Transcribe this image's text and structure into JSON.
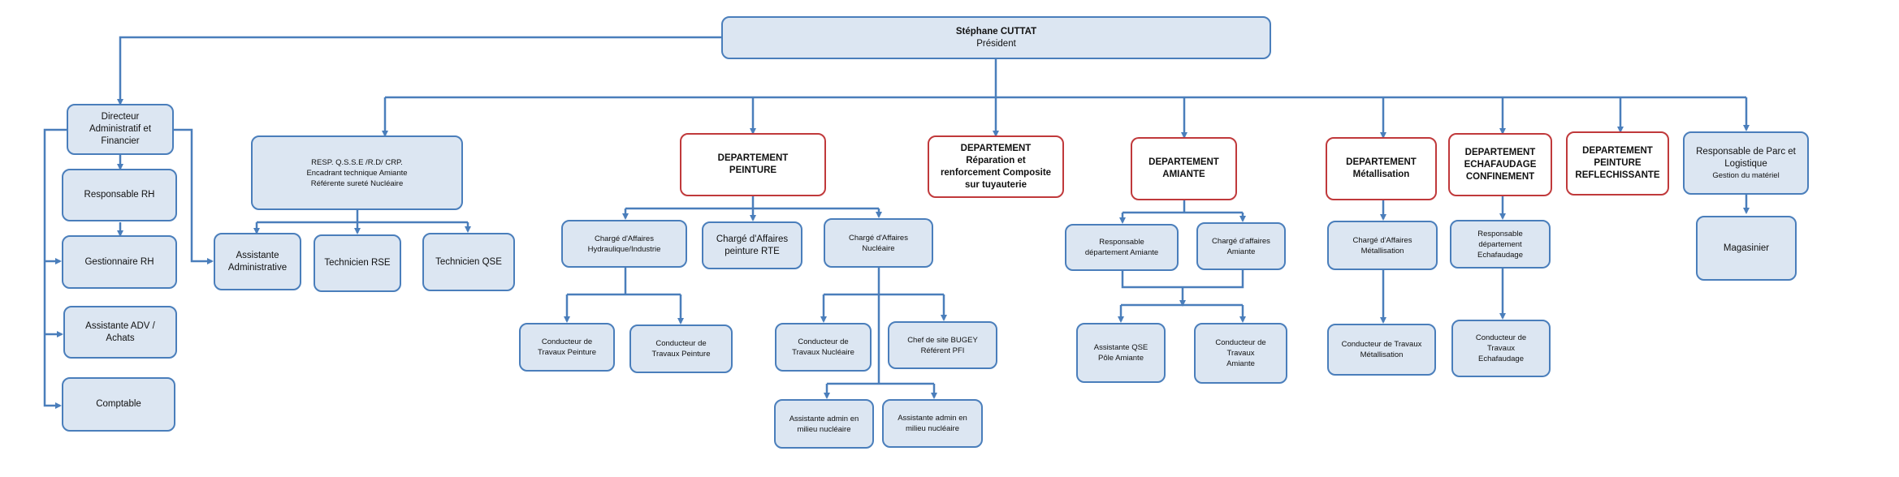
{
  "president": {
    "name": "Stéphane CUTTAT",
    "role": "Président"
  },
  "admin": {
    "director": [
      "Directeur",
      "Administratif et",
      "Financier"
    ],
    "resp_rh": "Responsable RH",
    "gestionnaire_rh": "Gestionnaire RH",
    "assistante_adv": [
      "Assistante ADV /",
      "Achats"
    ],
    "comptable": "Comptable",
    "assistante_admin": [
      "Assistante",
      "Administrative"
    ]
  },
  "qsse": {
    "head": [
      "RESP. Q.S.S.E /R.D/ CRP.",
      "Encadrant technique Amiante",
      "Référente sureté Nucléaire"
    ],
    "tech_rse": "Technicien RSE",
    "tech_qse": "Technicien QSE"
  },
  "peinture": {
    "head": [
      "DEPARTEMENT",
      "PEINTURE"
    ],
    "charge_hydro": [
      "Chargé d'Affaires",
      "Hydraulique/Industrie"
    ],
    "charge_rte": [
      "Chargé d'Affaires",
      "peinture RTE"
    ],
    "charge_nucl": [
      "Chargé d'Affaires",
      "Nucléaire"
    ],
    "cond1": [
      "Conducteur de",
      "Travaux Peinture"
    ],
    "cond2": [
      "Conducteur de",
      "Travaux Peinture"
    ],
    "cond_nucl": [
      "Conducteur de",
      "Travaux Nucléaire"
    ],
    "chef_bugey": [
      "Chef de site BUGEY",
      "Référent PFI"
    ],
    "asst_nucl1": [
      "Assistante admin en",
      "milieu nucléaire"
    ],
    "asst_nucl2": [
      "Assistante admin en",
      "milieu nucléaire"
    ]
  },
  "reparation": {
    "head": [
      "DEPARTEMENT",
      "Réparation et",
      "renforcement Composite",
      "sur tuyauterie"
    ]
  },
  "amiante": {
    "head": [
      "DEPARTEMENT",
      "AMIANTE"
    ],
    "resp": [
      "Responsable",
      "département Amiante"
    ],
    "charge": [
      "Chargé d'affaires",
      "Amiante"
    ],
    "asst_qse": [
      "Assistante QSE",
      "Pôle Amiante"
    ],
    "cond": [
      "Conducteur de",
      "Travaux",
      "Amiante"
    ]
  },
  "metallisation": {
    "head": [
      "DEPARTEMENT",
      "Métallisation"
    ],
    "charge": [
      "Chargé d'Affaires",
      "Métallisation"
    ],
    "cond": [
      "Conducteur de Travaux",
      "Métallisation"
    ]
  },
  "echafaudage": {
    "head": [
      "DEPARTEMENT",
      "ECHAFAUDAGE",
      "CONFINEMENT"
    ],
    "resp": [
      "Responsable",
      "département",
      "Echafaudage"
    ],
    "cond": [
      "Conducteur de",
      "Travaux",
      "Echafaudage"
    ]
  },
  "reflechissante": {
    "head": [
      "DEPARTEMENT",
      "PEINTURE",
      "REFLECHISSANTE"
    ]
  },
  "parc": {
    "head": [
      "Responsable de Parc et",
      "Logistique"
    ],
    "sub": "Gestion du matériel",
    "magasinier": "Magasinier"
  },
  "colors": {
    "box_fill": "#dce6f2",
    "box_border": "#4a7ebb",
    "dept_border": "#c0393b",
    "line": "#4a7ebb"
  }
}
